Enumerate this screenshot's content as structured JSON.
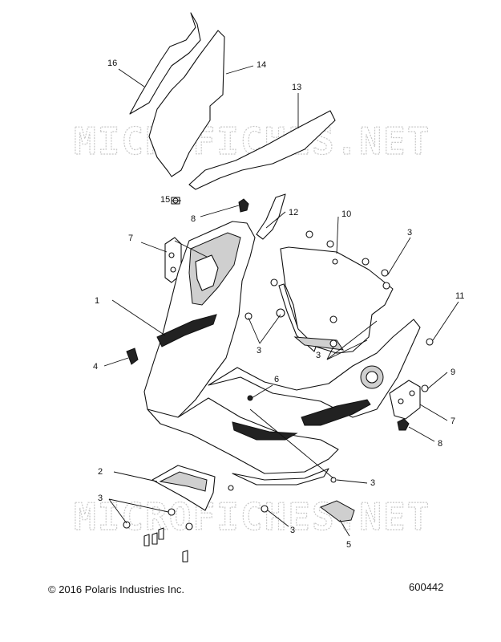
{
  "watermark": {
    "top": "MICROFICHES.NET",
    "bottom": "MICROFICHES.NET"
  },
  "callouts": {
    "c1": "1",
    "c2": "2",
    "c3a": "3",
    "c3b": "3",
    "c3c": "3",
    "c3d": "3",
    "c3e": "3",
    "c3f": "3",
    "c4": "4",
    "c5": "5",
    "c6": "6",
    "c7a": "7",
    "c7b": "7",
    "c8a": "8",
    "c8b": "8",
    "c9": "9",
    "c10": "10",
    "c11": "11",
    "c12": "12",
    "c13": "13",
    "c14": "14",
    "c15": "15",
    "c16": "16"
  },
  "footer": {
    "copyright": "© 2016 Polaris Industries Inc.",
    "diagram_id": "600442"
  }
}
